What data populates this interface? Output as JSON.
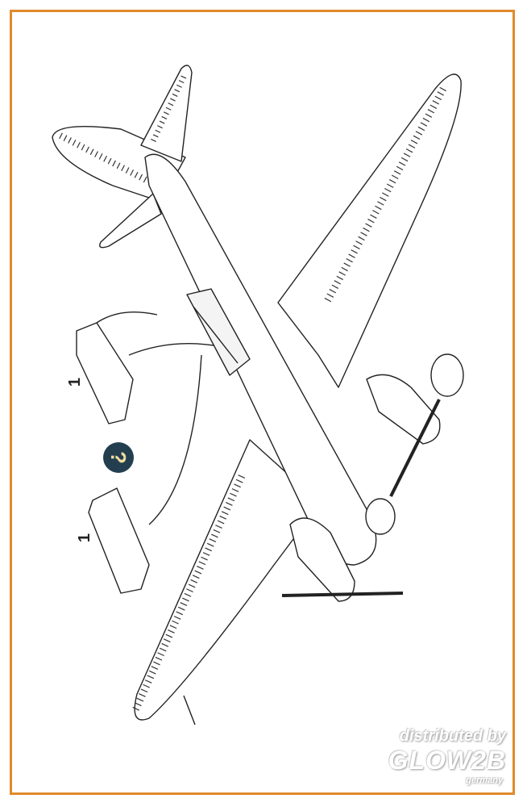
{
  "labels": {
    "part_upper": "1",
    "part_lower": "1",
    "hint_symbol": "?"
  },
  "watermark": {
    "line1": "distributed by",
    "brand": "GLOW2B",
    "country": "germany"
  },
  "colors": {
    "frame": "#e08a2a",
    "hint_bg": "#233f4f",
    "hint_fg": "#f0dca0"
  }
}
